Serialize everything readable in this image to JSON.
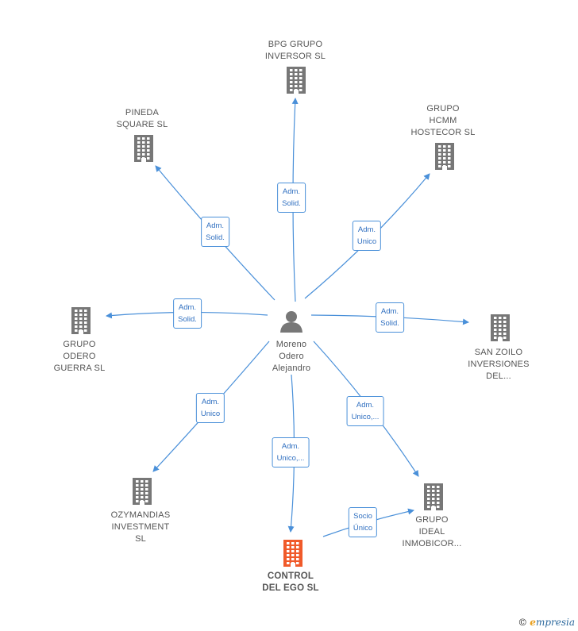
{
  "center": {
    "lines": [
      "Moreno",
      "Odero",
      "Alejandro"
    ]
  },
  "companies": [
    {
      "id": "bpg",
      "lines": [
        "BPG GRUPO",
        "INVERSOR  SL"
      ]
    },
    {
      "id": "pineda",
      "lines": [
        "PINEDA",
        "SQUARE  SL"
      ]
    },
    {
      "id": "hcmm",
      "lines": [
        "GRUPO",
        "HCMM",
        "HOSTECOR  SL"
      ]
    },
    {
      "id": "odero",
      "lines": [
        "GRUPO",
        "ODERO",
        "GUERRA  SL"
      ]
    },
    {
      "id": "zoilo",
      "lines": [
        "SAN ZOILO",
        "INVERSIONES",
        "DEL..."
      ]
    },
    {
      "id": "ozy",
      "lines": [
        "OZYMANDIAS",
        "INVESTMENT",
        "SL"
      ]
    },
    {
      "id": "ideal",
      "lines": [
        "GRUPO",
        "IDEAL",
        "INMOBICOR..."
      ]
    },
    {
      "id": "control",
      "lines": [
        "CONTROL",
        "DEL EGO  SL"
      ],
      "highlight": true
    }
  ],
  "relations": [
    {
      "id": "bpg",
      "lines": [
        "Adm.",
        "Solid."
      ]
    },
    {
      "id": "pineda",
      "lines": [
        "Adm.",
        "Solid."
      ]
    },
    {
      "id": "hcmm",
      "lines": [
        "Adm.",
        "Unico"
      ]
    },
    {
      "id": "odero",
      "lines": [
        "Adm.",
        "Solid."
      ]
    },
    {
      "id": "zoilo",
      "lines": [
        "Adm.",
        "Solid."
      ]
    },
    {
      "id": "ozy",
      "lines": [
        "Adm.",
        "Unico"
      ]
    },
    {
      "id": "ideal",
      "lines": [
        "Adm.",
        "Unico,..."
      ]
    },
    {
      "id": "control",
      "lines": [
        "Adm.",
        "Unico,..."
      ]
    },
    {
      "id": "socio",
      "lines": [
        "Socio",
        "Único"
      ]
    }
  ],
  "colors": {
    "edge": "#4a90d9",
    "building": "#777777",
    "building_highlight": "#f05a2a",
    "person": "#777777"
  },
  "branding": {
    "copyright": "©",
    "initial": "e",
    "rest": "mpresia"
  }
}
